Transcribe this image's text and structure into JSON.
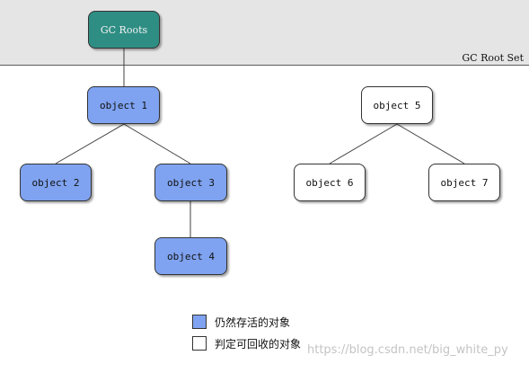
{
  "header": {
    "root_set_label": "GC Root Set"
  },
  "nodes": {
    "gc_roots": "GC Roots",
    "object1": "object 1",
    "object2": "object 2",
    "object3": "object 3",
    "object4": "object 4",
    "object5": "object 5",
    "object6": "object 6",
    "object7": "object 7"
  },
  "edges": [
    [
      "gc_roots",
      "object1"
    ],
    [
      "object1",
      "object2"
    ],
    [
      "object1",
      "object3"
    ],
    [
      "object3",
      "object4"
    ],
    [
      "object5",
      "object6"
    ],
    [
      "object5",
      "object7"
    ]
  ],
  "legend": {
    "live": "仍然存活的对象",
    "collectable": "判定可回收的对象"
  },
  "colors": {
    "root_node": "#2f8e84",
    "live_node": "#7fa3f0",
    "collectable_node": "#ffffff",
    "root_band": "#e5e5e5"
  },
  "watermark": "https://blog.csdn.net/big_white_py"
}
